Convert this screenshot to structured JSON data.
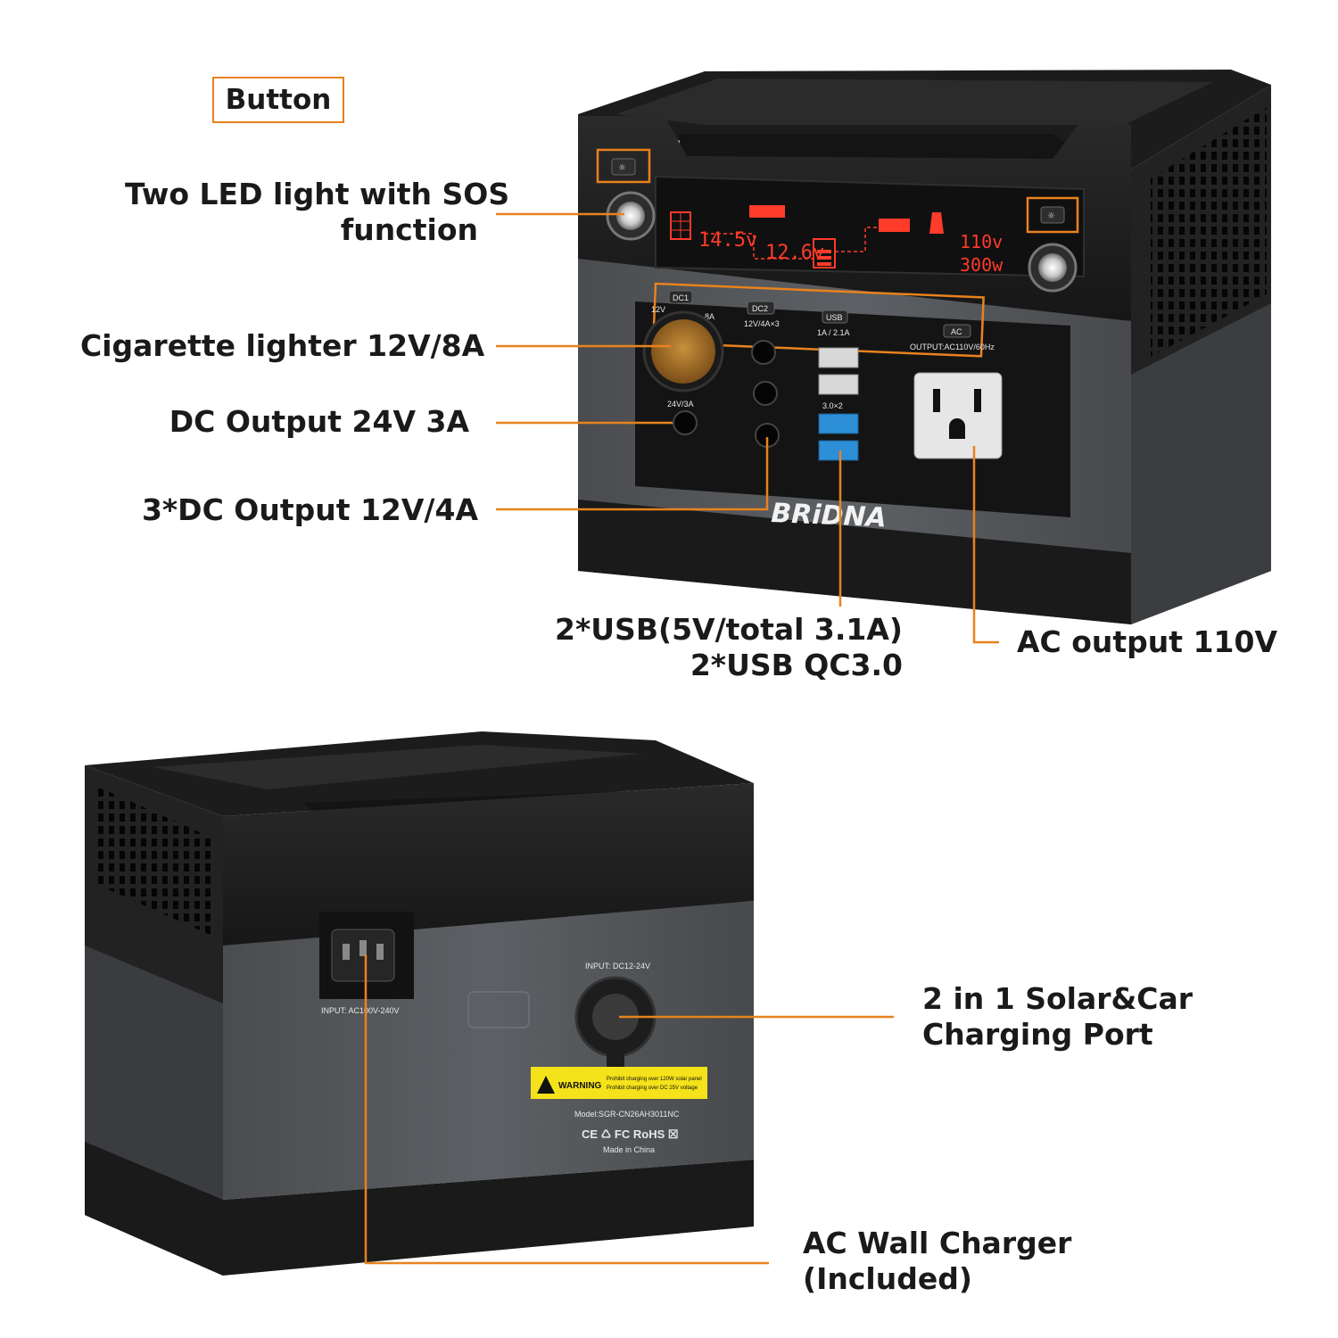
{
  "legend": {
    "button_box": "Button"
  },
  "callouts": {
    "led_line1": "Two LED light with SOS",
    "led_line2": "function",
    "cigarette": "Cigarette lighter 12V/8A",
    "dc24": "DC Output 24V 3A",
    "dc12": "3*DC Output 12V/4A",
    "usb_line1": "2*USB(5V/total 3.1A)",
    "usb_line2": "2*USB QC3.0",
    "ac_out": "AC output 110V",
    "solar_line1": "2 in 1 Solar&Car",
    "solar_line2": "Charging Port",
    "wall_line1": "AC Wall Charger",
    "wall_line2": "(Included)"
  },
  "front_panel": {
    "display": {
      "solar_v": "14.5v",
      "battery_v": "12.6v",
      "ac_v": "110v",
      "ac_w": "300w"
    },
    "dc1_tag": "DC1",
    "dc1_left": "12V",
    "dc1_right": "8A",
    "dc1_sub": "24V/3A",
    "dc2_tag": "DC2",
    "dc2_sub": "12V/4A×3",
    "usb_tag": "USB",
    "usb_sub": "1A / 2.1A",
    "usb_qc": "3.0×2",
    "ac_tag": "AC",
    "ac_sub": "OUTPUT:AC110V/60Hz",
    "brand": "BRiDNA"
  },
  "back_panel": {
    "ac_input": "INPUT: AC100V-240V",
    "dc_input": "INPUT: DC12-24V",
    "warning_title": "WARNING",
    "warning_line1": "Prohibit charging over 120W solar panel",
    "warning_line2": "Prohibit charging over DC 25V voltage",
    "model": "Model:SGR-CN26AH3011NC",
    "certs": "CE ♺ FC RoHS ☒",
    "origin": "Made in China"
  },
  "colors": {
    "accent": "#e8821e",
    "lcd": "#ff3b2a",
    "case_black": "#1e1e1e",
    "case_grey": "#55575a"
  }
}
